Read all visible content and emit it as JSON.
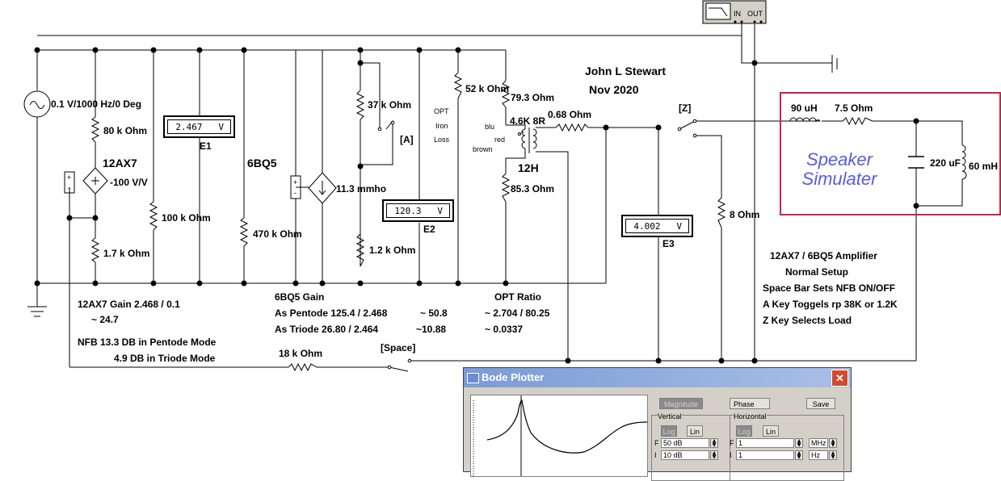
{
  "header": {
    "author": "John L Stewart",
    "date": "Nov 2020"
  },
  "source": {
    "label": "0.1 V/1000 Hz/0 Deg"
  },
  "stage1": {
    "tube": "12AX7",
    "gain_label": "-100 V/V",
    "r_plate": "80 k Ohm",
    "r_cathode": "1.7 k Ohm",
    "r_grid": "100 k Ohm",
    "r_bias": "470 k Ohm"
  },
  "stage2": {
    "tube": "6BQ5",
    "gm_label": "11.3 mmho",
    "r_37k": "37 k Ohm",
    "r_1k2": "1.2 k Ohm",
    "switch_a": "[A]"
  },
  "meters": {
    "e1": {
      "value": "2.467",
      "unit": "V",
      "name": "E1"
    },
    "e2": {
      "value": "120.3",
      "unit": "V",
      "name": "E2"
    },
    "e3": {
      "value": "4.002",
      "unit": "V",
      "name": "E3"
    }
  },
  "opt": {
    "loss_line1": "OPT",
    "loss_line2": "Iron",
    "loss_line3": "Loss",
    "r_52k": "52 k Ohm",
    "r_79": "79.3  Ohm",
    "ratio": "4.6K 8R",
    "wire_blu": "blu",
    "wire_red": "red",
    "wire_brown": "brown",
    "inductance": "12H",
    "r_85": "85.3  Ohm",
    "r_068": "0.68  Ohm",
    "switch_z": "[Z]",
    "r_load": "8  Ohm"
  },
  "speaker": {
    "title_line1": "Speaker",
    "title_line2": "Simulater",
    "l_90": "90 uH",
    "r_75": "7.5  Ohm",
    "c_220": "220 uF",
    "l_60": "60 mH"
  },
  "notes": {
    "gain1_line1": "12AX7 Gain 2.468 / 0.1",
    "gain1_line2": "~ 24.7",
    "nfb_line1": "NFB  13.3 DB in Pentode Mode",
    "nfb_line2": "4.9 DB in Triode Mode",
    "fb_resistor": "18 k Ohm",
    "space_switch": "[Space]",
    "gain2_title": "6BQ5 Gain",
    "pentode_label": "As Pentode 125.4 / 2.468",
    "pentode_result": "~ 50.8",
    "triode_label": "As Triode    26.80 / 2.464",
    "triode_result": "~10.88",
    "opt_title": "OPT Ratio",
    "opt_line1": "~ 2.704 / 80.25",
    "opt_line2": "~ 0.0337",
    "amp_title": "12AX7 / 6BQ5 Amplifier",
    "amp_setup": "Normal Setup",
    "help1": "Space Bar Sets NFB ON/OFF",
    "help2": "A Key Toggels rp 38K or 1.2K",
    "help3": "Z Key Selects Load"
  },
  "plotter_icon": {
    "in_label": "IN",
    "out_label": "OUT"
  },
  "bode": {
    "title": "Bode Plotter",
    "magnitude_btn": "Magnitude",
    "phase_btn": "Phase",
    "save_btn": "Save",
    "vertical_label": "Vertical",
    "horizontal_label": "Horizontal",
    "log_btn": "Log",
    "lin_btn": "Lin",
    "f_label": "F",
    "i_label": "I",
    "v_final": "50 dB",
    "v_initial": "10 dB",
    "h_final": "1",
    "h_initial": "1",
    "h_final_unit": "MHz",
    "h_initial_unit": "Hz"
  }
}
